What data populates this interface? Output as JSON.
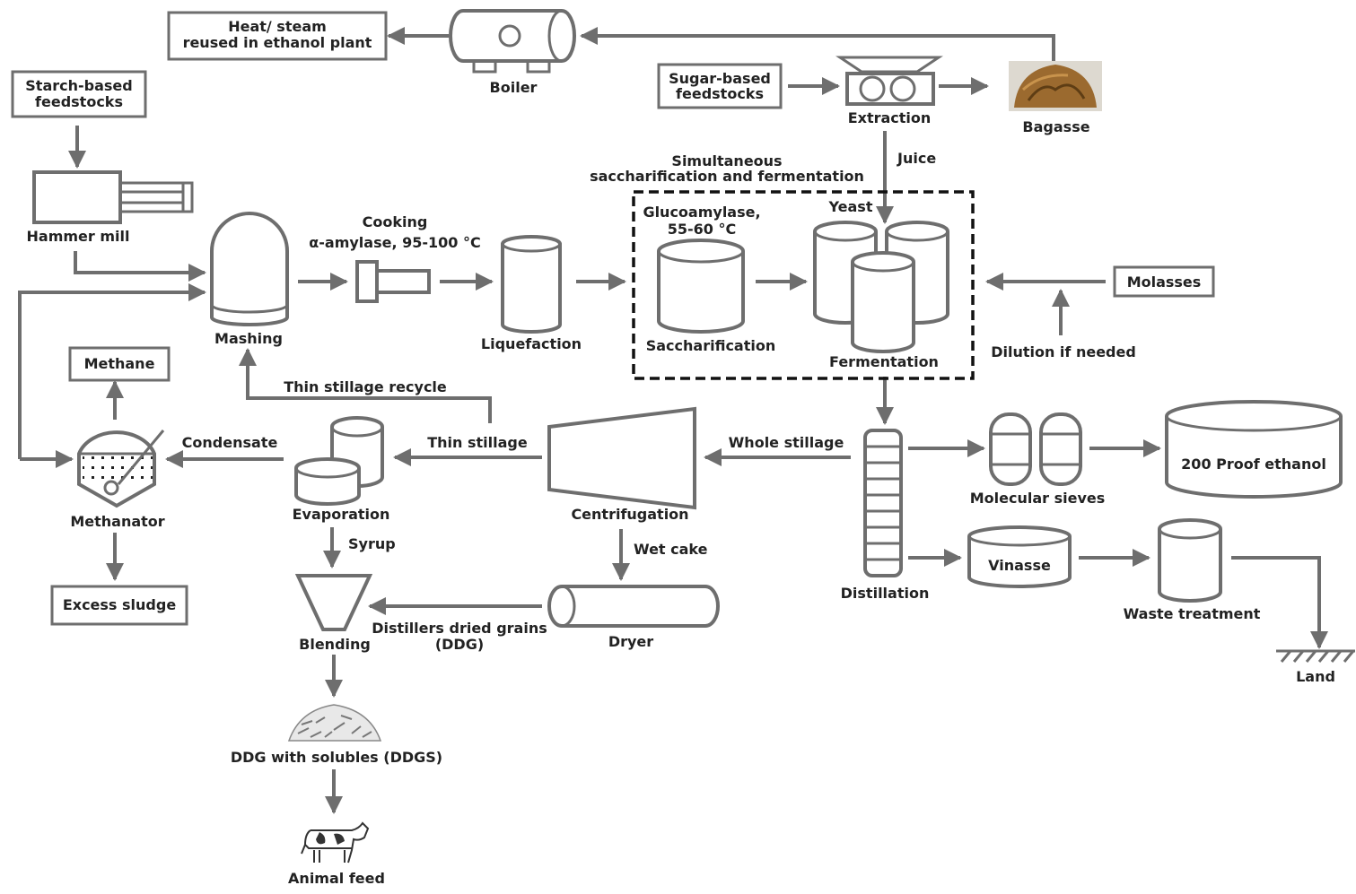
{
  "colors": {
    "line": "#6e6e6e",
    "text": "#222222",
    "dashed_box": "#111111",
    "bagasse": "#9b6a2f"
  },
  "icons": [
    "boiler-icon",
    "extraction-roller-icon",
    "bagasse-icon",
    "hammer-mill-icon",
    "mashing-tank-icon",
    "cooker-icon",
    "liquefaction-tank-icon",
    "saccharification-tank-icon",
    "fermentation-tanks-icon",
    "methanator-icon",
    "evaporator-icon",
    "centrifuge-icon",
    "distillation-column-icon",
    "molecular-sieves-icon",
    "ethanol-tank-icon",
    "vinasse-tank-icon",
    "waste-treatment-tank-icon",
    "land-icon",
    "blending-hopper-icon",
    "dryer-icon",
    "ddgs-pile-icon",
    "cow-icon"
  ],
  "boxes": {
    "heat_steam_1": "Heat/ steam",
    "heat_steam_2": "reused in ethanol plant",
    "starch_1": "Starch-based",
    "starch_2": "feedstocks",
    "sugar_1": "Sugar-based",
    "sugar_2": "feedstocks",
    "molasses": "Molasses",
    "methane": "Methane",
    "excess_sludge": "Excess sludge",
    "proof_ethanol": "200 Proof ethanol",
    "vinasse": "Vinasse"
  },
  "labels": {
    "boiler": "Boiler",
    "extraction": "Extraction",
    "bagasse": "Bagasse",
    "juice": "Juice",
    "hammer_mill": "Hammer mill",
    "ssf_1": "Simultaneous",
    "ssf_2": "saccharification and fermentation",
    "cooking": "Cooking",
    "alpha_amylase": "α-amylase, 95-100 °C",
    "glucoamylase": "Glucoamylase,",
    "gluco_temp": "55-60 °C",
    "yeast": "Yeast",
    "mashing": "Mashing",
    "liquefaction": "Liquefaction",
    "saccharification": "Saccharification",
    "fermentation": "Fermentation",
    "dilution": "Dilution if needed",
    "thin_stillage_recycle": "Thin stillage recycle",
    "condensate": "Condensate",
    "thin_stillage": "Thin stillage",
    "whole_stillage": "Whole stillage",
    "methanator": "Methanator",
    "evaporation": "Evaporation",
    "centrifugation": "Centrifugation",
    "molecular_sieves": "Molecular sieves",
    "syrup": "Syrup",
    "wet_cake": "Wet cake",
    "distillation": "Distillation",
    "waste_treatment": "Waste treatment",
    "ddg_1": "Distillers dried grains",
    "ddg_2": "(DDG)",
    "blending": "Blending",
    "dryer": "Dryer",
    "land": "Land",
    "ddgs": "DDG with solubles (DDGS)",
    "animal_feed": "Animal feed"
  }
}
